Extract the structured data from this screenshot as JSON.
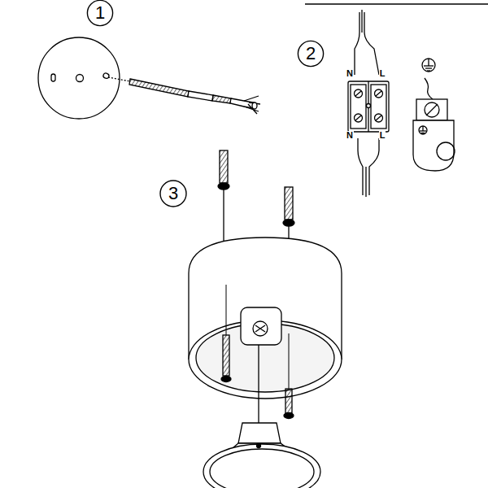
{
  "diagram": {
    "nodes": [
      {
        "text": [
          "1"
        ]
      },
      {
        "text": [
          "2"
        ]
      },
      {
        "text": [
          "3"
        ]
      }
    ],
    "labels": [
      "N",
      "L",
      "N",
      "L"
    ]
  }
}
